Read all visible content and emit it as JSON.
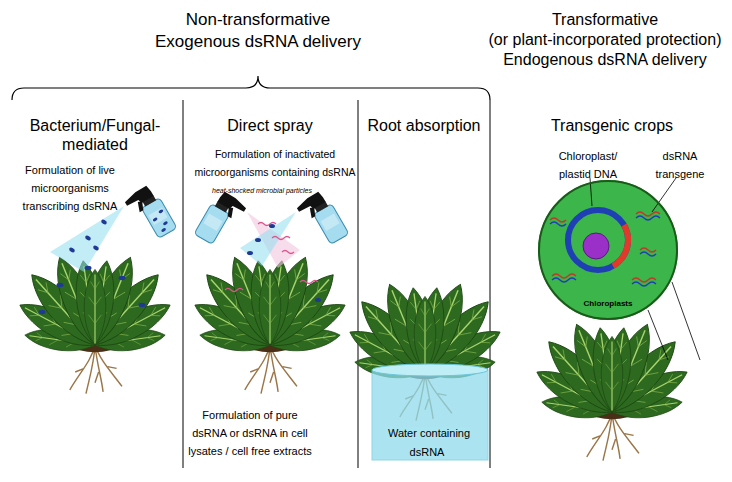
{
  "diagram": {
    "nodes": [
      {
        "text": [
          "Chloroplasts"
        ]
      }
    ],
    "labels": [
      "Non-transformative",
      "Exogenous dsRNA delivery",
      "Transformative",
      "(or plant-incorporated protection)",
      "Endogenous dsRNA delivery",
      "Bacterium/Fungal-mediated",
      "Direct spray",
      "Root absorption",
      "Transgenic crops",
      "Formulation of live microorganisms transcribing dsRNA",
      "Formulation of inactivated microorganisms containing dsRNA",
      "heat-shocked microbial particles",
      "Chloroplast/ plastid DNA",
      "dsRNA transgene",
      "Formulation of pure dsRNA or dsRNA in cell lysates / cell free extracts",
      "Water containing dsRNA"
    ]
  }
}
